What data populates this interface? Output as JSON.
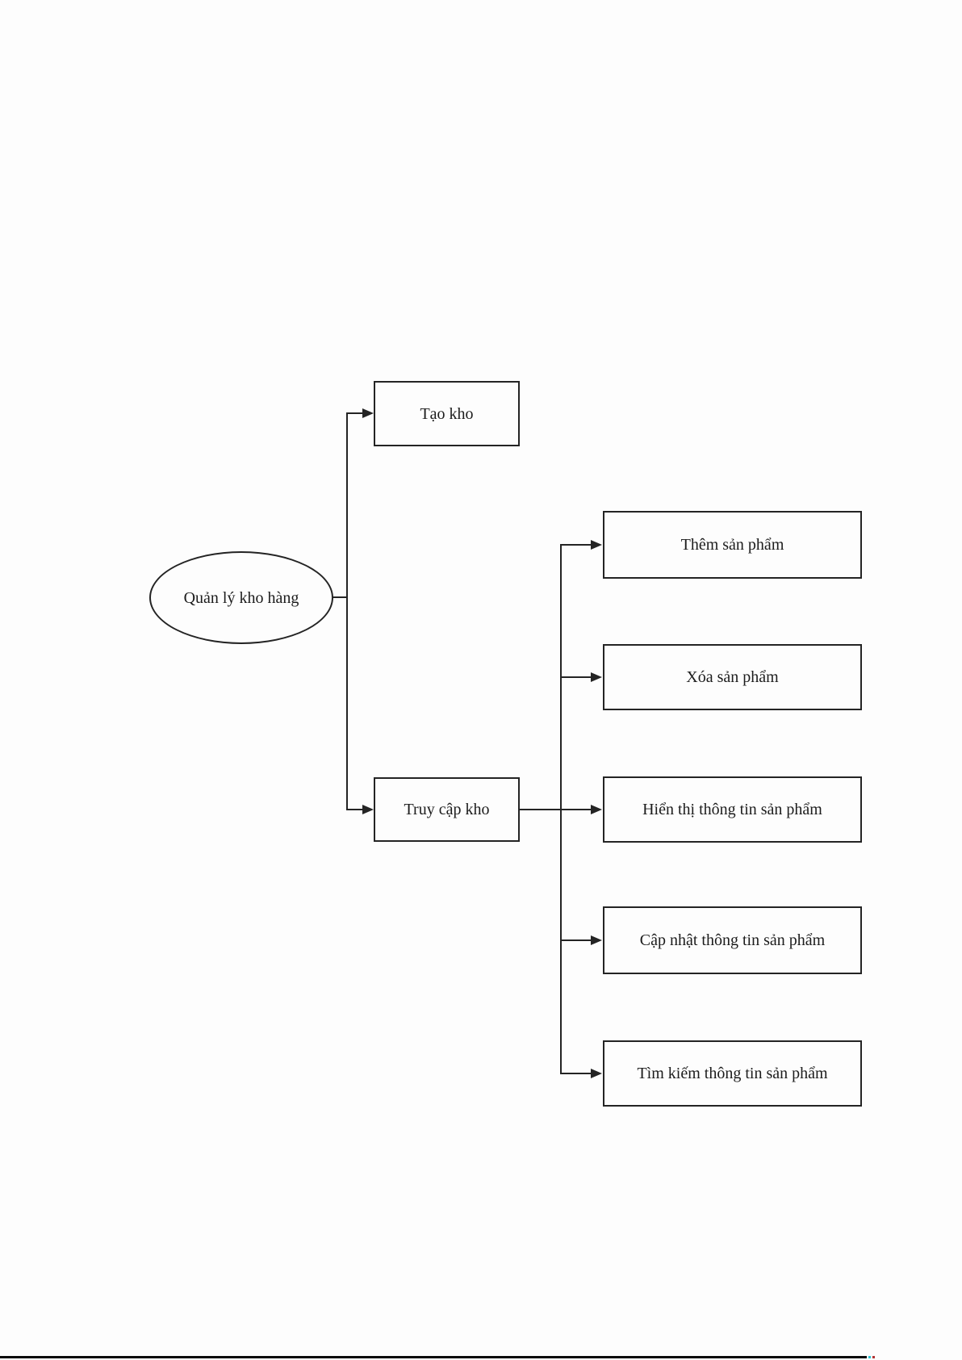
{
  "root": {
    "label": "Quản lý kho hàng"
  },
  "level1": [
    {
      "label": "Tạo kho"
    },
    {
      "label": "Truy cập kho"
    }
  ],
  "level2": [
    {
      "label": "Thêm sản phẩm"
    },
    {
      "label": "Xóa sản phẩm"
    },
    {
      "label": "Hiển thị thông tin sản phẩm"
    },
    {
      "label": "Cập nhật thông tin sản phẩm"
    },
    {
      "label": "Tìm kiếm thông tin sản phẩm"
    }
  ],
  "colors": {
    "line": "#242424",
    "background": "#fdfdfd",
    "bottom_bar_black": "#0a0a0a",
    "bottom_bar_cyan": "#2bc3d2",
    "bottom_bar_red": "#b03434"
  }
}
